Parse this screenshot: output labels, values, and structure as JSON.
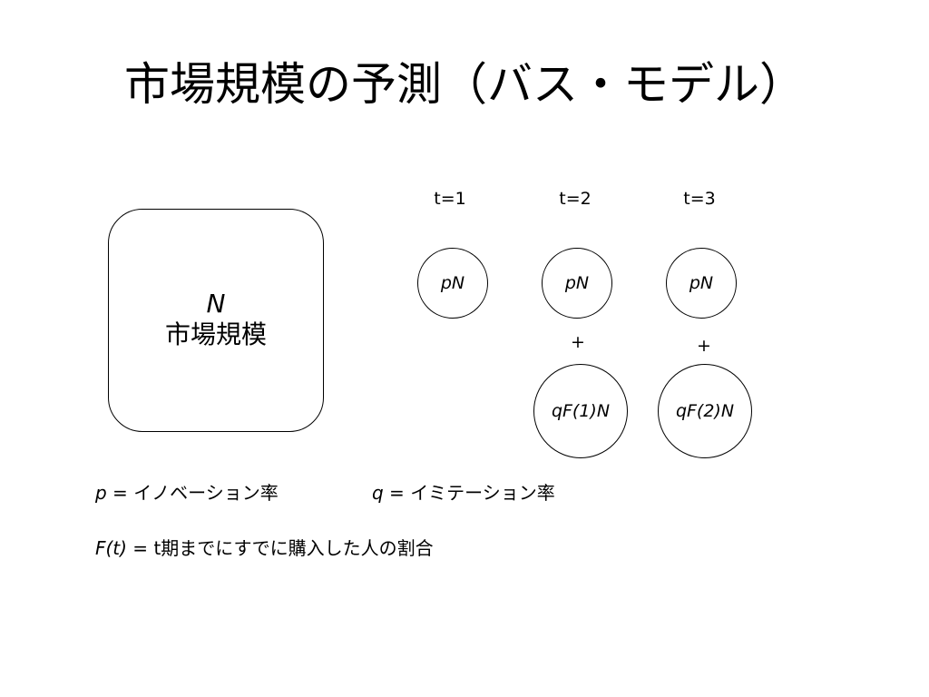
{
  "slide": {
    "title": "市場規模の予測（バス・モデル）",
    "market": {
      "symbol": "N",
      "label": "市場規模"
    },
    "periods": [
      "t=1",
      "t=2",
      "t=3"
    ],
    "innovation_nodes": [
      "pN",
      "pN",
      "pN"
    ],
    "plus_signs": [
      "+",
      "+"
    ],
    "imitation_nodes": [
      "qF(1)N",
      "qF(2)N"
    ],
    "definitions": {
      "p": {
        "symbol": "p",
        "equals": " = ",
        "text": "イノベーション率"
      },
      "q": {
        "symbol": "q",
        "equals": " = ",
        "text": "イミテーション率"
      },
      "F": {
        "symbol": "F(t)",
        "equals": " = ",
        "text": "t期までにすでに購入した人の割合"
      }
    }
  }
}
